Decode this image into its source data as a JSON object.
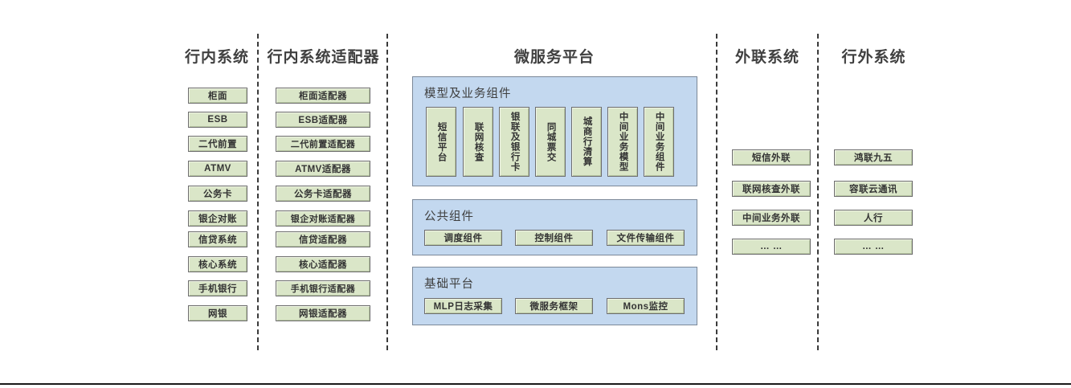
{
  "columns": [
    {
      "title": "行内系统"
    },
    {
      "title": "行内系统适配器"
    },
    {
      "title": "微服务平台"
    },
    {
      "title": "外联系统"
    },
    {
      "title": "行外系统"
    }
  ],
  "internal_systems": [
    "柜面",
    "ESB",
    "二代前置",
    "ATMV",
    "公务卡",
    "银企对账",
    "信贷系统",
    "核心系统",
    "手机银行",
    "网银"
  ],
  "internal_adapters": [
    "柜面适配器",
    "ESB适配器",
    "二代前置适配器",
    "ATMV适配器",
    "公务卡适配器",
    "银企对账适配器",
    "信贷适配器",
    "核心适配器",
    "手机银行适配器",
    "网银适配器"
  ],
  "platform": {
    "model_panel": {
      "title": "模型及业务组件",
      "items": [
        "短信平台",
        "联网核查",
        "银联及银行卡",
        "同城票交",
        "城商行清算",
        "中间业务模型",
        "中间业务组件"
      ]
    },
    "common_panel": {
      "title": "公共组件",
      "items": [
        "调度组件",
        "控制组件",
        "文件传输组件"
      ]
    },
    "base_panel": {
      "title": "基础平台",
      "items": [
        "MLP日志采集",
        "微服务框架",
        "Mons监控"
      ]
    }
  },
  "external_link_systems": [
    "短信外联",
    "联网核查外联",
    "中间业务外联",
    "… …"
  ],
  "outside_bank_systems": [
    "鸿联九五",
    "容联云通讯",
    "人行",
    "… …"
  ],
  "colors": {
    "box_fill": "#dae6c8",
    "box_border": "#6d6d6d",
    "panel_fill": "#c3d8ef",
    "panel_border": "#7b8898",
    "divider": "#3a3a3a",
    "title_text": "#404040"
  }
}
